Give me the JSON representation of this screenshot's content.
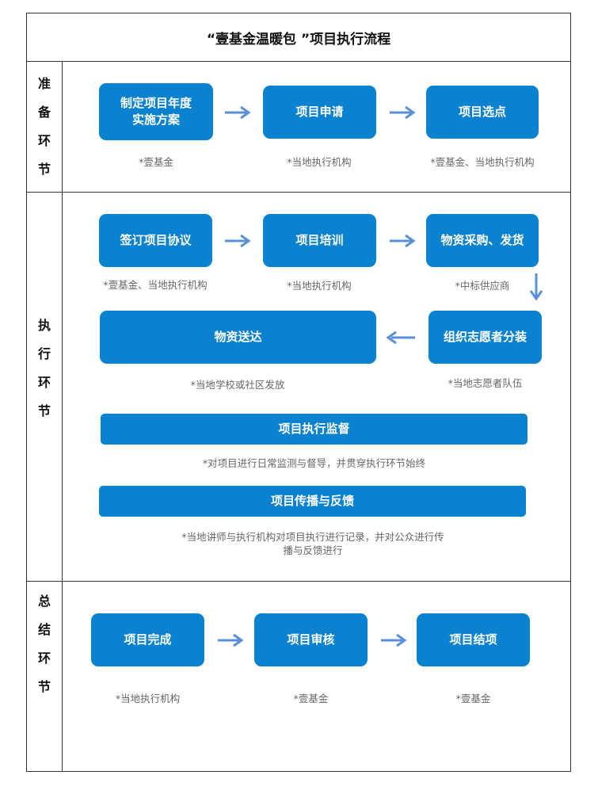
{
  "title": "“壹基金温暖包 ”项目执行流程",
  "sections": {
    "prep": {
      "label": [
        "准",
        "备",
        "环",
        "节"
      ],
      "steps": [
        {
          "name": "制定项目年度\n实施方案",
          "note": "*壹基金"
        },
        {
          "name": "项目申请",
          "note": "*当地执行机构"
        },
        {
          "name": "项目选点",
          "note": "*壹基金、当地执行机构"
        }
      ]
    },
    "exec": {
      "label": [
        "执",
        "行",
        "环",
        "节"
      ],
      "steps": [
        {
          "name": "签订项目协议",
          "note": "*壹基金、当地执行机构"
        },
        {
          "name": "项目培训",
          "note": "*当地执行机构"
        },
        {
          "name": "物资采购、发货",
          "note": "*中标供应商"
        },
        {
          "name": "组织志愿者分装",
          "note": "*当地志愿者队伍"
        },
        {
          "name": "物资送达",
          "note": "*当地学校或社区发放"
        }
      ],
      "bars": [
        {
          "name": "项目执行监督",
          "note": "*对项目进行日常监测与督导，并贯穿执行环节始终"
        },
        {
          "name": "项目传播与反馈",
          "note": "*当地讲师与执行机构对项目执行进行记录，并对公众进行传播与反馈进行"
        }
      ]
    },
    "summary": {
      "label": [
        "总",
        "结",
        "环",
        "节"
      ],
      "steps": [
        {
          "name": "项目完成",
          "note": "*当地执行机构"
        },
        {
          "name": "项目审核",
          "note": "*壹基金"
        },
        {
          "name": "项目结项",
          "note": "*壹基金"
        }
      ]
    }
  },
  "colors": {
    "box": "#0a82d0",
    "arrow": "#5b8fd6",
    "line": "#333333",
    "note": "#666666"
  }
}
